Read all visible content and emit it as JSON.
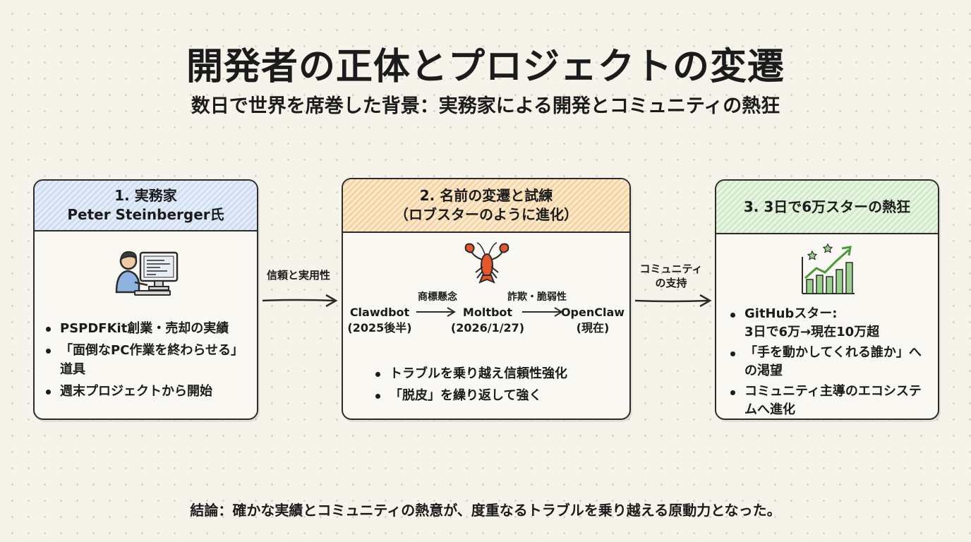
{
  "title": "開発者の正体とプロジェクトの変遷",
  "subtitle": "数日で世界を席巻した背景：実務家による開発とコミュニティの熱狂",
  "cards": [
    {
      "heading_line1": "1. 実務家",
      "heading_line2": "Peter Steinberger氏",
      "icon": "developer-at-computer-icon",
      "bullets": [
        "PSPDFKit創業・売却の実績",
        "「面倒なPC作業を終わらせる」道具",
        "週末プロジェクトから開始"
      ]
    },
    {
      "heading_line1": "2. 名前の変遷と試練",
      "heading_line2": "（ロブスターのように進化）",
      "icon": "lobster-icon",
      "flow": {
        "nodes": [
          {
            "name": "Clawdbot",
            "date": "(2025後半)"
          },
          {
            "name": "Moltbot",
            "date": "(2026/1/27)"
          },
          {
            "name": "OpenClaw",
            "date": "(現在)"
          }
        ],
        "transitions": [
          "商標懸念",
          "詐欺・脆弱性"
        ]
      },
      "bullets": [
        "トラブルを乗り越え信頼性強化",
        "「脱皮」を繰り返して強く"
      ]
    },
    {
      "heading_line1": "3. 3日で6万スターの熱狂",
      "icon": "growth-chart-stars-icon",
      "bullets": [
        "GitHubスター:\n3日で6万→現在10万超",
        "「手を動かしてくれる誰か」への渇望",
        "コミュニティ主導のエコシステムへ進化"
      ]
    }
  ],
  "connectors": [
    {
      "label": "信頼と実用性"
    },
    {
      "label_line1": "コミュニティ",
      "label_line2": "の支持"
    }
  ],
  "conclusion": "結論：確かな実績とコミュニティの熱意が、度重なるトラブルを乗り越える原動力となった。",
  "colors": {
    "header_blue": "#c8d9f0",
    "header_orange": "#f3cf99",
    "header_green": "#c9e7c1",
    "lobster": "#e2582b",
    "chart_green": "#4a9a3a"
  }
}
